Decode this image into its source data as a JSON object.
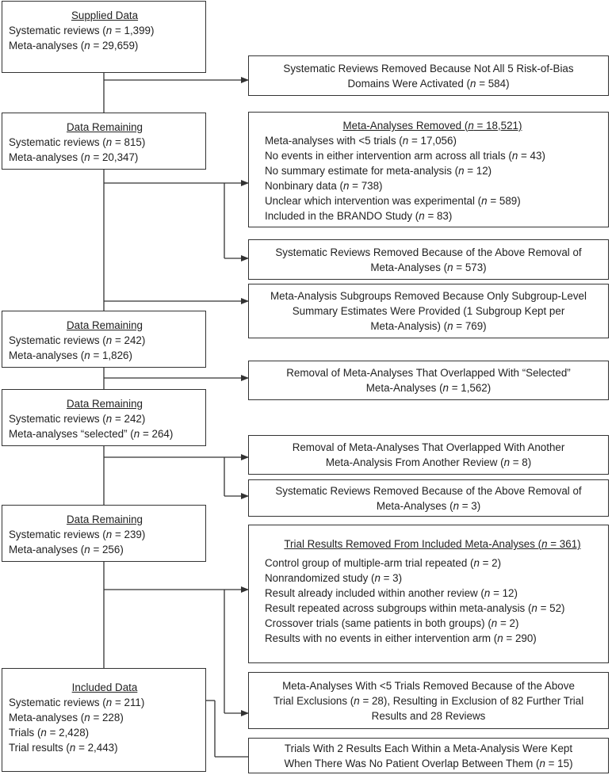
{
  "boxes": {
    "supplied": {
      "head": "Supplied Data",
      "lines": [
        {
          "pre": "Systematic reviews (",
          "n": "n",
          "post": " = 1,399)"
        },
        {
          "pre": "Meta-analyses (",
          "n": "n",
          "post": " = 29,659)"
        }
      ]
    },
    "remaining1": {
      "head": "Data Remaining",
      "lines": [
        {
          "pre": "Systematic reviews (",
          "n": "n",
          "post": " = 815)"
        },
        {
          "pre": "Meta-analyses (",
          "n": "n",
          "post": " = 20,347)"
        }
      ]
    },
    "remaining2": {
      "head": "Data Remaining",
      "lines": [
        {
          "pre": "Systematic reviews (",
          "n": "n",
          "post": " = 242)"
        },
        {
          "pre": "Meta-analyses (",
          "n": "n",
          "post": " = 1,826)"
        }
      ]
    },
    "remaining3": {
      "head": "Data Remaining",
      "lines": [
        {
          "pre": "Systematic reviews (",
          "n": "n",
          "post": " = 242)"
        },
        {
          "pre": "Meta-analyses “selected” (",
          "n": "n",
          "post": " = 264)"
        }
      ]
    },
    "remaining4": {
      "head": "Data Remaining",
      "lines": [
        {
          "pre": "Systematic reviews (",
          "n": "n",
          "post": " = 239)"
        },
        {
          "pre": "Meta-analyses (",
          "n": "n",
          "post": " = 256)"
        }
      ]
    },
    "included": {
      "head": "Included Data",
      "lines": [
        {
          "pre": "Systematic reviews (",
          "n": "n",
          "post": " = 211)"
        },
        {
          "pre": "Meta-analyses (",
          "n": "n",
          "post": " = 228)"
        },
        {
          "pre": "Trials (",
          "n": "n",
          "post": " = 2,428)"
        },
        {
          "pre": "Trial results (",
          "n": "n",
          "post": " = 2,443)"
        }
      ]
    },
    "removed_rob": {
      "lines": [
        {
          "pre": "Systematic Reviews Removed Because Not All 5 Risk-of-Bias",
          "n": "",
          "post": ""
        },
        {
          "pre": "Domains Were Activated (",
          "n": "n",
          "post": " = 584)"
        }
      ]
    },
    "ma_removed": {
      "head": {
        "pre": "Meta-Analyses Removed (",
        "n": "n",
        "post": " = 18,521)"
      },
      "lines": [
        {
          "pre": "Meta-analyses with <5 trials (",
          "n": "n",
          "post": " = 17,056)"
        },
        {
          "pre": "No events in either intervention arm across all trials (",
          "n": "n",
          "post": " = 43)"
        },
        {
          "pre": "No summary estimate for meta-analysis (",
          "n": "n",
          "post": " = 12)"
        },
        {
          "pre": "Nonbinary data (",
          "n": "n",
          "post": " = 738)"
        },
        {
          "pre": "Unclear which intervention was experimental (",
          "n": "n",
          "post": " = 589)"
        },
        {
          "pre": "Included in the BRANDO Study (",
          "n": "n",
          "post": " = 83)"
        }
      ]
    },
    "sr_removed_1": {
      "lines": [
        {
          "pre": "Systematic Reviews Removed Because of the Above Removal of",
          "n": "",
          "post": ""
        },
        {
          "pre": "Meta-Analyses (",
          "n": "n",
          "post": " = 573)"
        }
      ]
    },
    "subgroups_removed": {
      "lines": [
        {
          "pre": "Meta-Analysis Subgroups Removed Because Only Subgroup-Level",
          "n": "",
          "post": ""
        },
        {
          "pre": "Summary Estimates Were Provided (1 Subgroup Kept per",
          "n": "",
          "post": ""
        },
        {
          "pre": "Meta-Analysis) (",
          "n": "n",
          "post": " = 769)"
        }
      ]
    },
    "overlap_selected": {
      "lines": [
        {
          "pre": "Removal of Meta-Analyses That Overlapped With “Selected”",
          "n": "",
          "post": ""
        },
        {
          "pre": "Meta-Analyses (",
          "n": "n",
          "post": " = 1,562)"
        }
      ]
    },
    "overlap_review": {
      "lines": [
        {
          "pre": "Removal of Meta-Analyses That Overlapped With Another",
          "n": "",
          "post": ""
        },
        {
          "pre": "Meta-Analysis From Another Review (",
          "n": "n",
          "post": " = 8)"
        }
      ]
    },
    "sr_removed_2": {
      "lines": [
        {
          "pre": "Systematic Reviews Removed Because of the Above Removal of",
          "n": "",
          "post": ""
        },
        {
          "pre": "Meta-Analyses (",
          "n": "n",
          "post": " = 3)"
        }
      ]
    },
    "trial_results_removed": {
      "head": {
        "pre": "Trial Results Removed From Included Meta-Analyses (",
        "n": "n",
        "post": " = 361)"
      },
      "lines": [
        {
          "pre": "Control group of multiple-arm trial repeated (",
          "n": "n",
          "post": " = 2)"
        },
        {
          "pre": "Nonrandomized study (",
          "n": "n",
          "post": " = 3)"
        },
        {
          "pre": "Result already included within another review (",
          "n": "n",
          "post": " = 12)"
        },
        {
          "pre": "Result repeated across subgroups within meta-analysis (",
          "n": "n",
          "post": " = 52)"
        },
        {
          "pre": "Crossover trials (same patients in both groups) (",
          "n": "n",
          "post": " = 2)"
        },
        {
          "pre": "Results with no events in either intervention arm (",
          "n": "n",
          "post": " = 290)"
        }
      ]
    },
    "ma_lt5_removed": {
      "lines": [
        {
          "pre": "Meta-Analyses With <5 Trials Removed Because of the Above",
          "n": "",
          "post": ""
        },
        {
          "pre": "Trial Exclusions (",
          "n": "n",
          "post": " = 28), Resulting in Exclusion of 82 Further Trial"
        },
        {
          "pre": "Results and 28 Reviews",
          "n": "",
          "post": ""
        }
      ]
    },
    "trials_kept": {
      "lines": [
        {
          "pre": "Trials With 2 Results Each Within a Meta-Analysis Were Kept",
          "n": "",
          "post": ""
        },
        {
          "pre": "When There Was No Patient Overlap Between Them (",
          "n": "n",
          "post": " = 15)"
        }
      ]
    }
  }
}
